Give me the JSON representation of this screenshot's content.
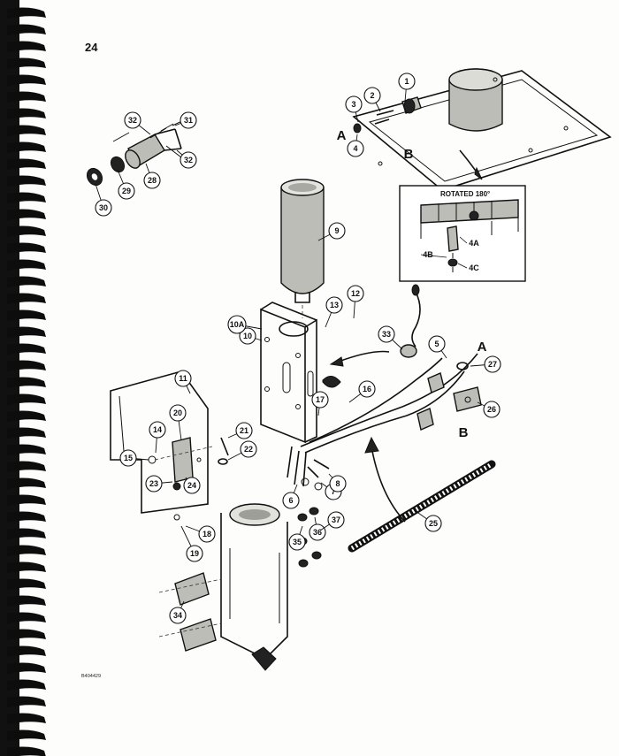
{
  "page_number": "24",
  "callouts": [
    "1",
    "2",
    "3",
    "4",
    "5",
    "6",
    "7",
    "8",
    "9",
    "10",
    "10A",
    "11",
    "12",
    "13",
    "14",
    "15",
    "16",
    "17",
    "18",
    "19",
    "20",
    "21",
    "22",
    "23",
    "24",
    "25",
    "26",
    "27",
    "28",
    "29",
    "30",
    "31",
    "32",
    "32",
    "33",
    "34",
    "35",
    "36",
    "37"
  ],
  "letters": [
    "A",
    "B",
    "A",
    "B"
  ],
  "inset": {
    "title": "ROTATED 180°",
    "callouts": [
      "4A",
      "4B",
      "4C"
    ]
  },
  "part_code": "B404429"
}
